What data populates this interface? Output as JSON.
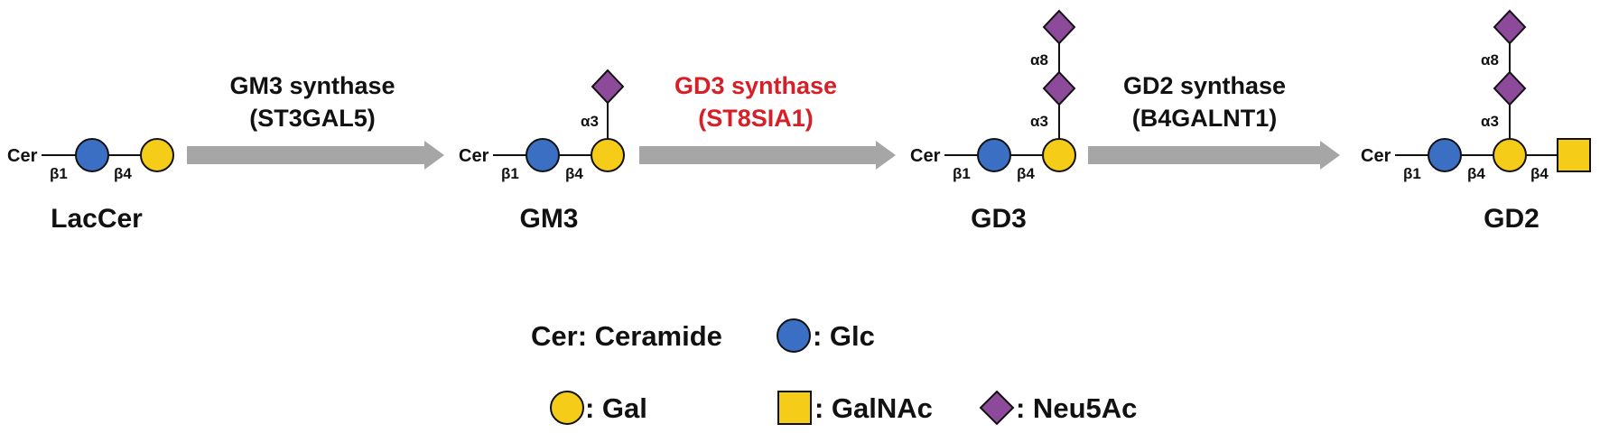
{
  "structures": {
    "laccer": {
      "name": "LacCer",
      "cer": "Cer",
      "link_glc": "β1",
      "link_gal": "β4"
    },
    "gm3": {
      "name": "GM3",
      "cer": "Cer",
      "link_glc": "β1",
      "link_gal": "β4",
      "link_sia": "α3"
    },
    "gd3": {
      "name": "GD3",
      "cer": "Cer",
      "link_glc": "β1",
      "link_gal": "β4",
      "link_sia": "α3",
      "link_sia2": "α8"
    },
    "gd2": {
      "name": "GD2",
      "cer": "Cer",
      "link_glc": "β1",
      "link_gal": "β4",
      "link_galnac": "β4",
      "link_sia": "α3",
      "link_sia2": "α8"
    }
  },
  "reactions": [
    {
      "enzyme": "GM3 synthase",
      "gene": "(ST3GAL5)",
      "highlight": false
    },
    {
      "enzyme": "GD3 synthase",
      "gene": "(ST8SIA1)",
      "highlight": true
    },
    {
      "enzyme": "GD2 synthase",
      "gene": "(B4GALNT1)",
      "highlight": false
    }
  ],
  "legend": {
    "cer": "Cer: Ceramide",
    "glc": ": Glc",
    "gal": ": Gal",
    "galnac": ": GalNAc",
    "neu5ac": ": Neu5Ac"
  },
  "colors": {
    "glc": "#3a6fc4",
    "gal": "#f5cc18",
    "galnac": "#f5cc18",
    "neu5ac": "#8d4a9b",
    "arrow": "#a6a6a6",
    "highlight_text": "#d61f26"
  },
  "icons": {
    "glc": "blue-circle",
    "gal": "yellow-circle",
    "galnac": "yellow-square",
    "neu5ac": "purple-diamond",
    "reaction": "gray-arrow"
  }
}
